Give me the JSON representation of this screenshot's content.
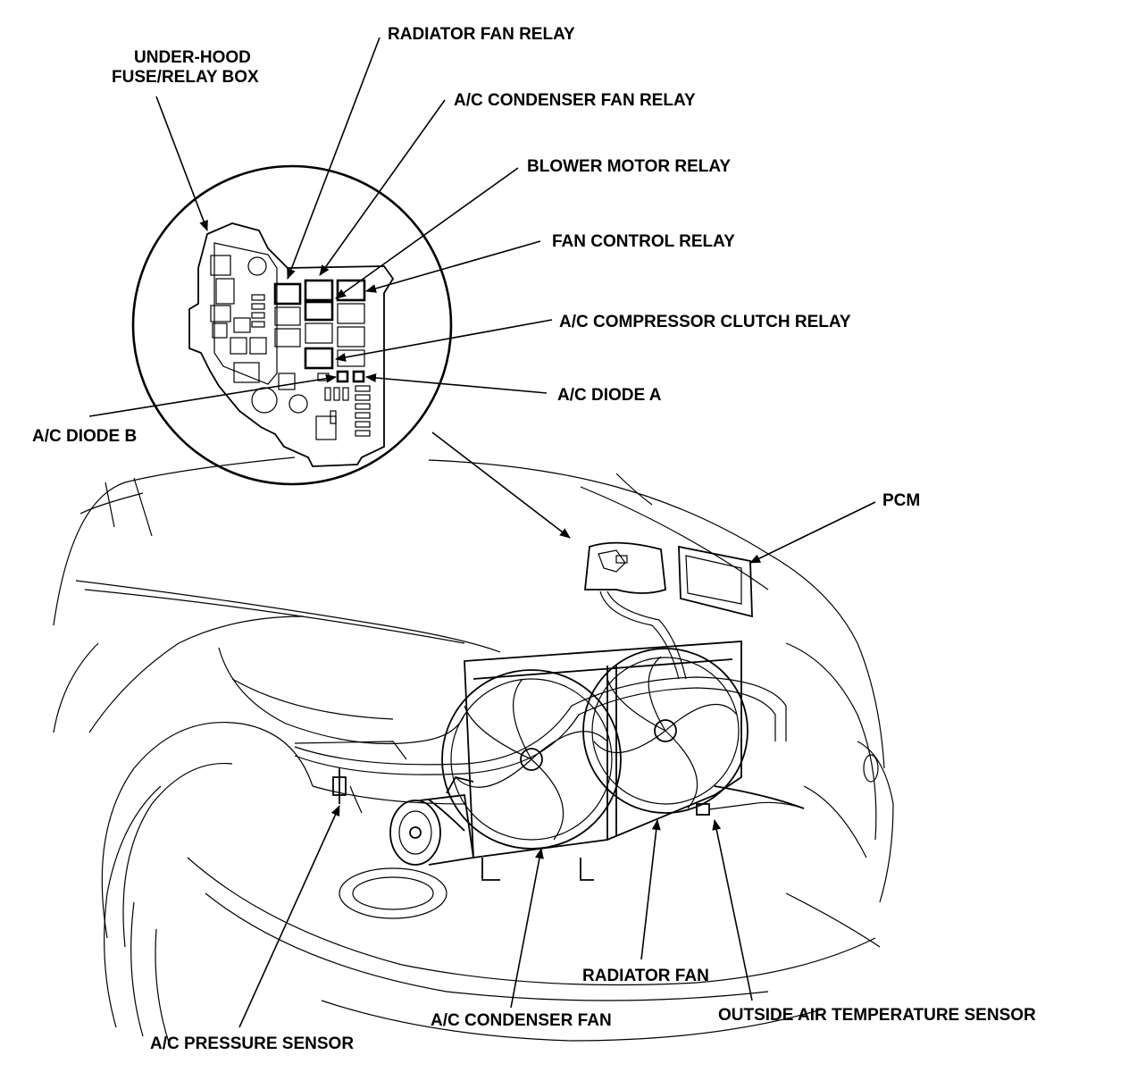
{
  "labels": {
    "under_hood_box_line1": "UNDER-HOOD",
    "under_hood_box_line2": "FUSE/RELAY BOX",
    "radiator_fan_relay": "RADIATOR FAN RELAY",
    "ac_condenser_fan_relay": "A/C CONDENSER FAN RELAY",
    "blower_motor_relay": "BLOWER MOTOR RELAY",
    "fan_control_relay": "FAN CONTROL RELAY",
    "ac_compressor_clutch_relay": "A/C COMPRESSOR CLUTCH RELAY",
    "ac_diode_a": "A/C DIODE A",
    "ac_diode_b": "A/C DIODE B",
    "pcm": "PCM",
    "radiator_fan": "RADIATOR FAN",
    "ac_condenser_fan": "A/C CONDENSER FAN",
    "outside_air_temp_sensor": "OUTSIDE AIR TEMPERATURE SENSOR",
    "ac_pressure_sensor": "A/C PRESSURE SENSOR"
  },
  "colors": {
    "ink": "#000000",
    "paper": "#ffffff"
  }
}
